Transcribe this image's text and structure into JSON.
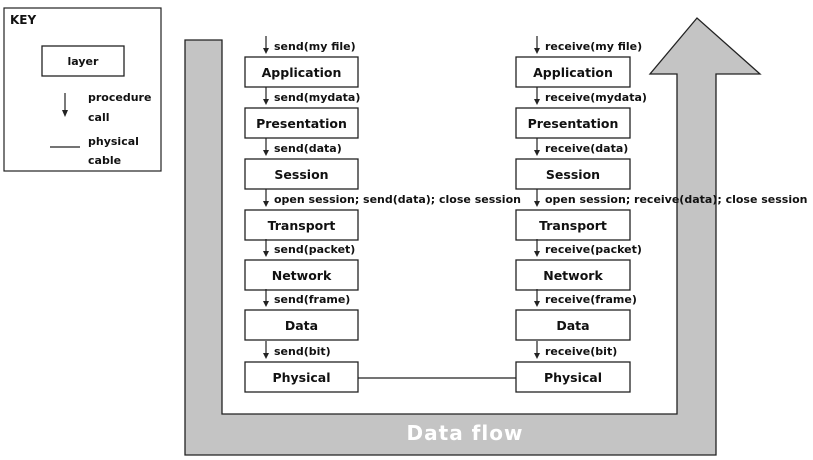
{
  "key": {
    "title": "KEY",
    "layer_label": "layer",
    "procedure_call_line1": "procedure",
    "procedure_call_line2": "call",
    "physical_cable_line1": "physical",
    "physical_cable_line2": "cable"
  },
  "flow_label": "Data flow",
  "sender": {
    "layers": [
      "Application",
      "Presentation",
      "Session",
      "Transport",
      "Network",
      "Data",
      "Physical"
    ],
    "calls": [
      "send(my file)",
      "send(mydata)",
      "send(data)",
      "open session; send(data); close session",
      "send(packet)",
      "send(frame)",
      "send(bit)"
    ]
  },
  "receiver": {
    "layers": [
      "Application",
      "Presentation",
      "Session",
      "Transport",
      "Network",
      "Data",
      "Physical"
    ],
    "calls": [
      "receive(my file)",
      "receive(mydata)",
      "receive(data)",
      "open session; receive(data); close session",
      "receive(packet)",
      "receive(frame)",
      "receive(bit)"
    ]
  },
  "colors": {
    "flow_arrow": "#c4c4c4",
    "outline": "#222222"
  }
}
